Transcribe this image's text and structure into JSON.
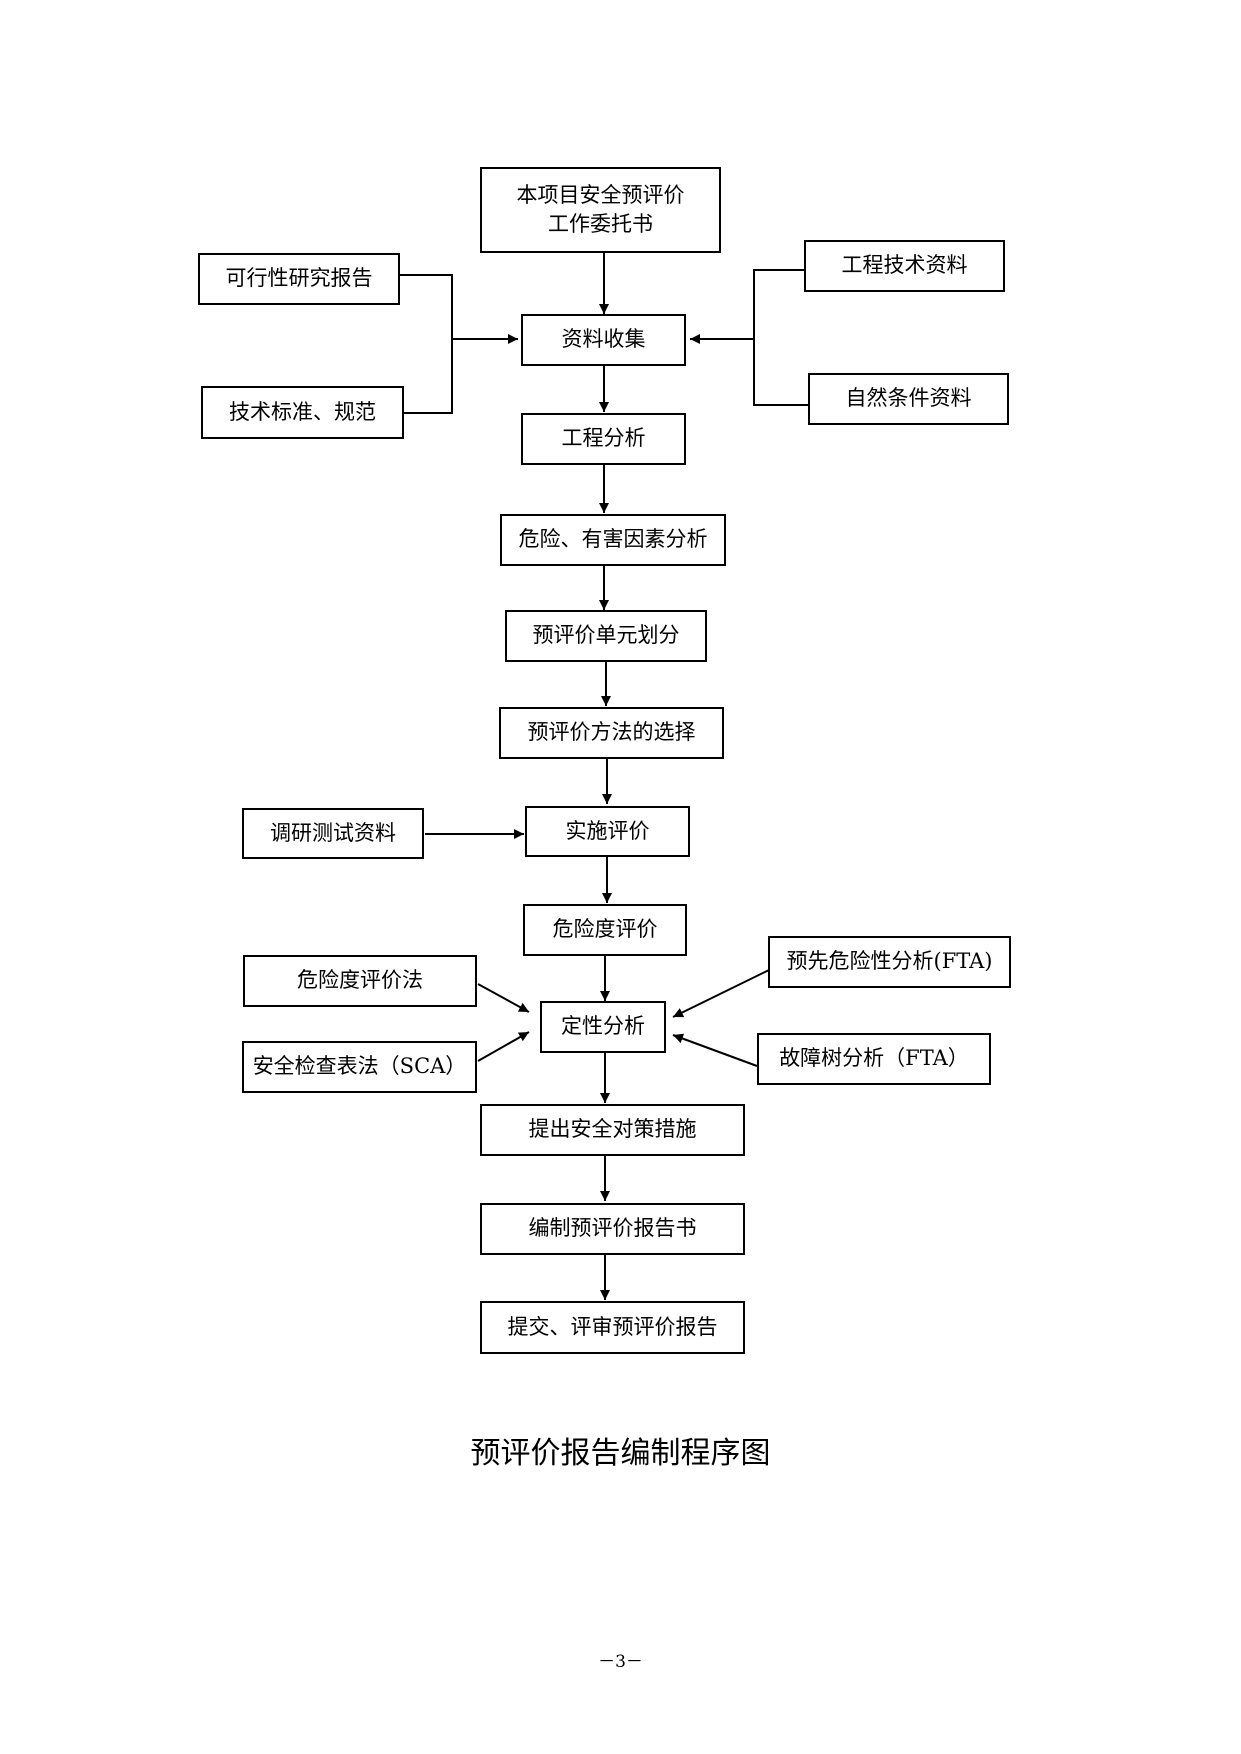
{
  "diagram": {
    "nodes": {
      "entrust": "本项目安全预评价\n工作委托书",
      "feasibility": "可行性研究报告",
      "tech_standards": "技术标准、规范",
      "eng_tech_data": "工程技术资料",
      "natural_data": "自然条件资料",
      "collect": "资料收集",
      "eng_analysis": "工程分析",
      "hazard_analysis": "危险、有害因素分析",
      "unit_division": "预评价单元划分",
      "method_select": "预评价方法的选择",
      "survey_data": "调研测试资料",
      "implement": "实施评价",
      "risk_eval": "危险度评价",
      "risk_eval_method": "危险度评价法",
      "pha": "预先危险性分析(FTA)",
      "qualitative": "定性分析",
      "sca": "安全检查表法（SCA）",
      "fta": "故障树分析（FTA）",
      "measures": "提出安全对策措施",
      "compile": "编制预评价报告书",
      "submit": "提交、评审预评价报告"
    },
    "caption": "预评价报告编制程序图"
  },
  "page_number": "－3－"
}
